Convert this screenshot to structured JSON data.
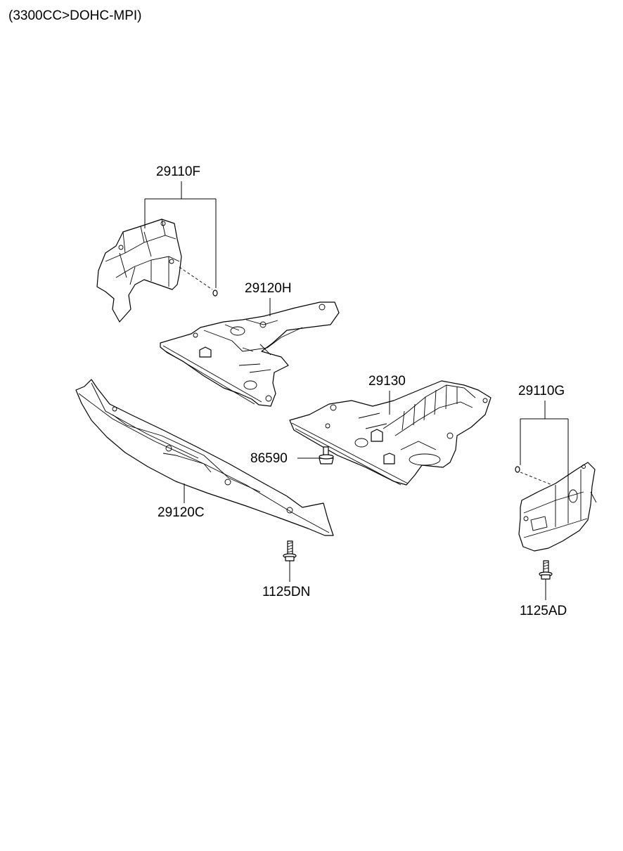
{
  "header": {
    "engine_spec": "(3300CC>DOHC-MPI)"
  },
  "parts": {
    "p29110F": "29110F",
    "p29120H": "29120H",
    "p29130": "29130",
    "p29110G": "29110G",
    "p86590": "86590",
    "p29120C": "29120C",
    "p1125DN": "1125DN",
    "p1125AD": "1125AD"
  }
}
